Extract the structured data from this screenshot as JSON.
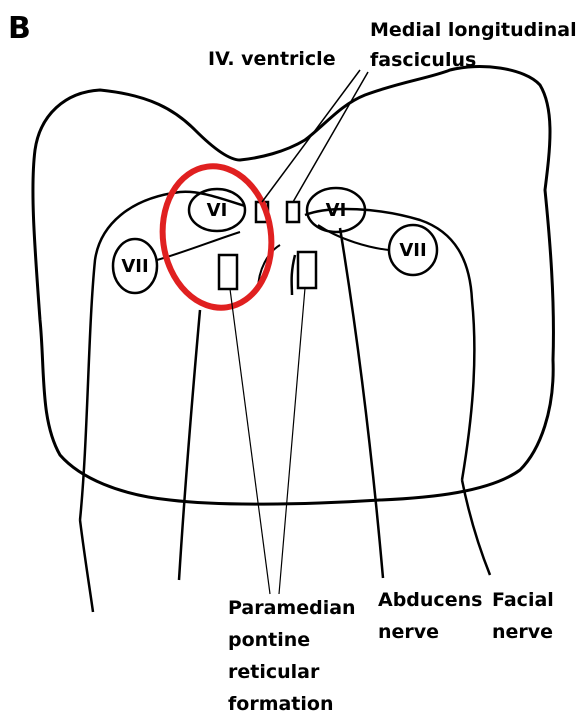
{
  "figure": {
    "panel_letter": "B",
    "title": ""
  },
  "labels": {
    "fourth_ventricle": "IV. ventricle",
    "mlf_line1": "Medial longitudinal",
    "mlf_line2": "fasciculus",
    "pprf_line1": "Paramedian",
    "pprf_line2": "pontine",
    "pprf_line3": "reticular",
    "pprf_line4": "formation",
    "abducens_line1": "Abducens",
    "abducens_line2": "nerve",
    "facial_line1": "Facial",
    "facial_line2": "nerve"
  },
  "nuclei": {
    "left_vi": "VI",
    "right_vi": "VI",
    "left_vii": "VII",
    "right_vii": "VII"
  },
  "highlight": {
    "color": "#e02020",
    "target": "left VI nucleus"
  },
  "colors": {
    "outline": "#000000",
    "background": "#ffffff"
  }
}
